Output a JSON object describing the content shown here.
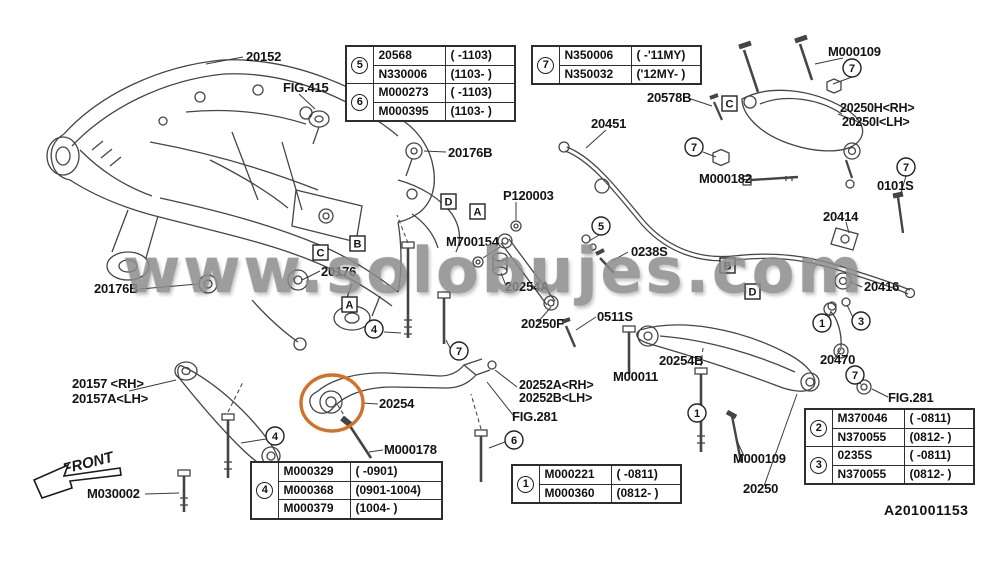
{
  "watermark": "www.solobujes.com",
  "doc_number": "A201001153",
  "front_label": "FRONT",
  "colors": {
    "line": "#454545",
    "highlight": "#d2722a",
    "watermark": "#8d8d8d"
  },
  "labels": {
    "p20152": "20152",
    "fig415": "FIG.415",
    "p20176b_top": "20176B",
    "p20176b_left": "20176B",
    "p20176": "20176",
    "p20451": "20451",
    "p20578b": "20578B",
    "m000109_top": "M000109",
    "p20250h": "20250H<RH>",
    "p20250i": "20250I<LH>",
    "m000182": "M000182",
    "s0101": "0101S",
    "p20414": "20414",
    "p20416": "20416",
    "pl20003": "P120003",
    "m700154": "M700154",
    "s0238": "0238S",
    "s0511": "0511S",
    "p20254a": "20254A",
    "p20250f": "20250F",
    "p20254b": "20254B",
    "m00011": "M00011",
    "p20470": "20470",
    "fig281_right": "FIG.281",
    "fig281_center": "FIG.281",
    "p20157": "20157 <RH>",
    "p20157a": "20157A<LH>",
    "m030002": "M030002",
    "p20254": "20254",
    "m000178": "M000178",
    "p20252a": "20252A<RH>",
    "p20252b": "20252B<LH>",
    "m000109_bottom": "M000109",
    "p20250": "20250"
  },
  "callouts": {
    "n1": "1",
    "n2": "2",
    "n3": "3",
    "n4": "4",
    "n5": "5",
    "n6": "6",
    "n7": "7",
    "A": "A",
    "B": "B",
    "C": "C",
    "D": "D"
  },
  "tables": {
    "tbl56": {
      "badges": [
        "5",
        "6"
      ],
      "rows": [
        {
          "part": "20568",
          "range": "( -1103)"
        },
        {
          "part": "N330006",
          "range": "(1103- )"
        },
        {
          "part": "M000273",
          "range": "( -1103)"
        },
        {
          "part": "M000395",
          "range": "(1103- )"
        }
      ]
    },
    "tbl7": {
      "badge": "7",
      "rows": [
        {
          "part": "N350006",
          "range": "( -'11MY)"
        },
        {
          "part": "N350032",
          "range": "('12MY- )"
        }
      ]
    },
    "tbl4": {
      "badge": "4",
      "rows": [
        {
          "part": "M000329",
          "range": "( -0901)"
        },
        {
          "part": "M000368",
          "range": "(0901-1004)"
        },
        {
          "part": "M000379",
          "range": "(1004- )"
        }
      ]
    },
    "tbl1": {
      "badge": "1",
      "rows": [
        {
          "part": "M000221",
          "range": "( -0811)"
        },
        {
          "part": "M000360",
          "range": "(0812- )"
        }
      ]
    },
    "tbl23": {
      "badges": [
        "2",
        "3"
      ],
      "rows": [
        {
          "part": "M370046",
          "range": "( -0811)"
        },
        {
          "part": "N370055",
          "range": "(0812- )"
        },
        {
          "part": "0235S",
          "range": "( -0811)"
        },
        {
          "part": "N370055",
          "range": "(0812- )"
        }
      ]
    }
  }
}
